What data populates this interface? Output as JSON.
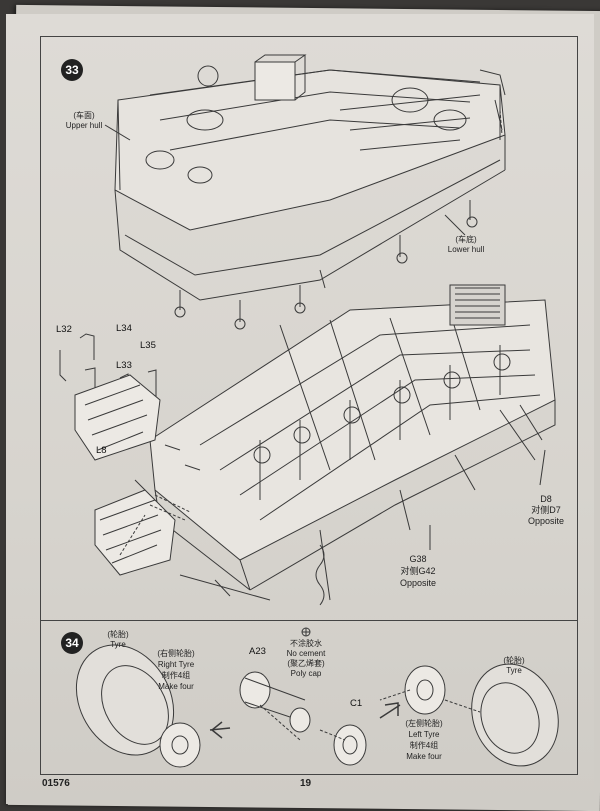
{
  "steps": {
    "step33": {
      "number": "33"
    },
    "step34": {
      "number": "34"
    }
  },
  "labels": {
    "upper_hull_cn": "(车面)",
    "upper_hull": "Upper hull",
    "lower_hull_cn": "(车底)",
    "lower_hull": "Lower hull",
    "opposite_d7": "对侧D7",
    "opposite_g42": "对侧G42",
    "opposite": "Opposite",
    "tyre_cn": "(轮胎)",
    "tyre": "Tyre",
    "right_tyre_cn": "(右侧轮胎)",
    "right_tyre": "Right Tyre",
    "make_four_cn": "制作4组",
    "make_four": "Make four",
    "no_cement_cn": "不涂胶水",
    "no_cement": "No cement",
    "poly_cap_cn": "(聚乙烯套)",
    "poly_cap": "Poly cap",
    "left_tyre_cn": "(左侧轮胎)",
    "left_tyre": "Left Tyre"
  },
  "parts": {
    "L32": "L32",
    "L34": "L34",
    "L33": "L33",
    "L35": "L35",
    "L8": "L8",
    "D8": "D8",
    "G38": "G38",
    "A23": "A23",
    "C1": "C1"
  },
  "footer": {
    "kit_number": "01576",
    "page_number": "19"
  }
}
